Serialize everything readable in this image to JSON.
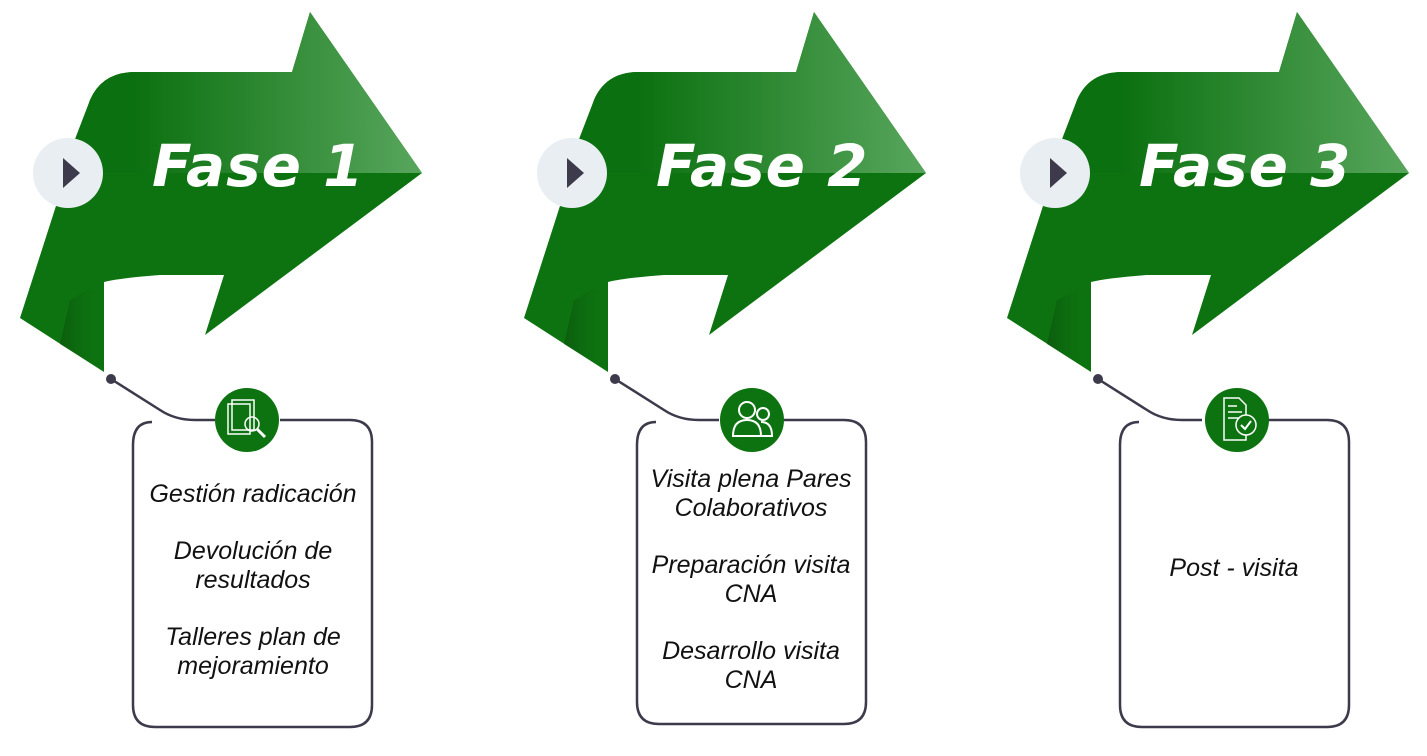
{
  "phases": [
    {
      "title": "Fase 1",
      "icon": "document-search-icon",
      "items": [
        "Gestión radicación",
        "Devolución de resultados",
        "Talleres plan de mejoramiento"
      ]
    },
    {
      "title": "Fase 2",
      "icon": "users-icon",
      "items": [
        "Visita plena Pares Colaborativos",
        "Preparación visita CNA",
        "Desarrollo visita CNA"
      ]
    },
    {
      "title": "Fase 3",
      "icon": "document-check-icon",
      "items": [
        "Post - visita"
      ]
    }
  ],
  "colors": {
    "green": "#0d7310",
    "green_light": "#55a35a",
    "circle": "#e9eef2",
    "dark": "#3d3a4c"
  }
}
